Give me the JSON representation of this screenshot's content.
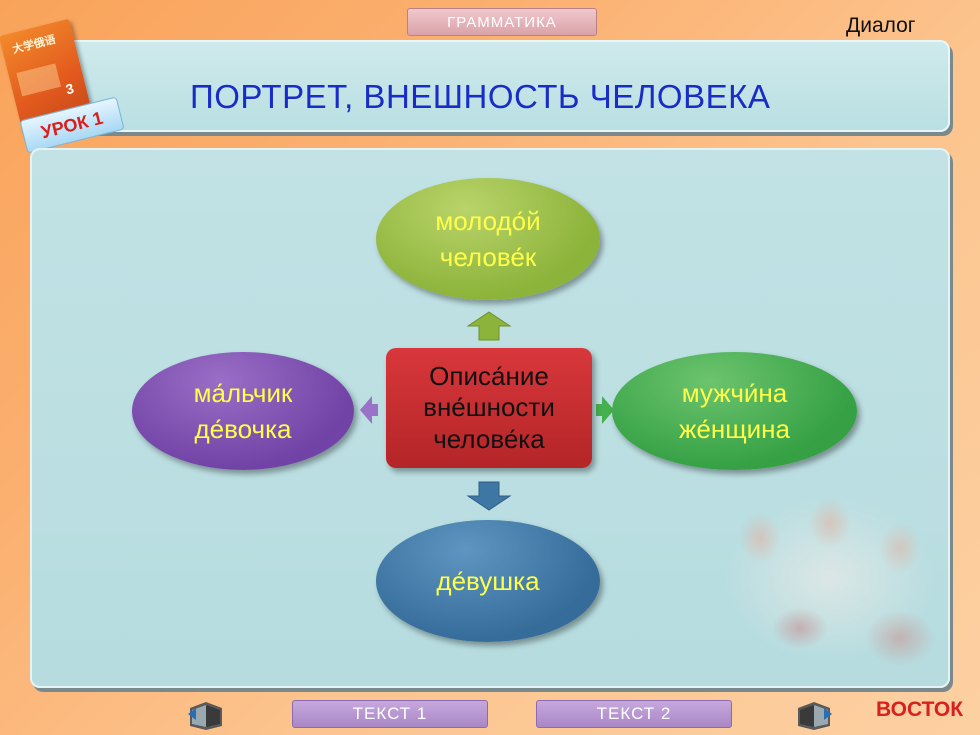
{
  "top_tab": {
    "label": "ГРАММАТИКА"
  },
  "dialog": {
    "label": "Диалог"
  },
  "header": {
    "title": "ПОРТРЕТ, ВНЕШНОСТЬ ЧЕЛОВЕКА"
  },
  "book": {
    "title": "大学俄语",
    "volume": "3"
  },
  "lesson": {
    "label": "УРОК 1"
  },
  "diagram": {
    "center": [
      "Описа́ние",
      "вне́шности",
      "челове́ка"
    ],
    "top": [
      "молодо́й",
      "челове́к"
    ],
    "right": [
      "мужчи́на",
      "же́нщина"
    ],
    "left": [
      "ма́льчик",
      "де́вочка"
    ],
    "bottom": [
      "де́вушка"
    ]
  },
  "footer": {
    "text1": "ТЕКСТ  1",
    "text2": "ТЕКСТ  2",
    "brand": "ВОСТОК"
  },
  "colors": {
    "title": "#1a2cc8",
    "oval_text": "#ffff4a",
    "center": "#c62d30",
    "top": "#9cc14a",
    "right": "#3fa84a",
    "left": "#7b4db0",
    "bottom": "#3f77a4",
    "brand": "#d8201e"
  }
}
